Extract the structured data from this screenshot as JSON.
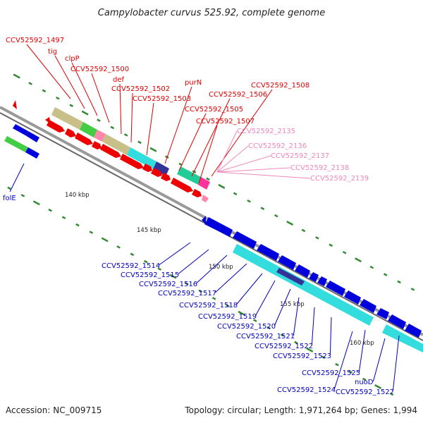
{
  "title": "Campylobacter curvus 525.92, complete genome",
  "footer": {
    "accession": "Accession: NC_009715",
    "summary": "Topology: circular; Length: 1,971,264 bp; Genes: 1,994"
  },
  "colors": {
    "forward": "#ee0000",
    "reverse": "#0000dd",
    "cyan": "#33dddd",
    "khaki": "#c8c088",
    "green": "#44cc44",
    "pink": "#ff88aa",
    "teal": "#22cc99",
    "magenta": "#ff3399",
    "navy": "#333399",
    "label_red": "#dd0000",
    "label_pink": "#ee88bb",
    "label_blue": "#0000bb",
    "backbone": "#999999",
    "tick": "#338833"
  },
  "kbp_marks": [
    "140 kbp",
    "145 kbp",
    "150 kbp",
    "155 kbp",
    "160 kbp"
  ],
  "labels": {
    "forward_red": [
      "CCV52592_1497",
      "tig",
      "clpP",
      "CCV52592_1500",
      "def",
      "CCV52592_1502",
      "CCV52592_1503",
      "purN",
      "CCV52592_1505",
      "CCV52592_1506",
      "CCV52592_1507",
      "CCV52592_1508"
    ],
    "forward_pink": [
      "CCV52592_2135",
      "CCV52592_2136",
      "CCV52592_2137",
      "CCV52592_2138",
      "CCV52592_2139"
    ],
    "reverse_left": [
      "folE"
    ],
    "reverse_blue": [
      "CCV52592_1514",
      "CCV52592_1515",
      "CCV52592_1516",
      "CCV52592_1517",
      "CCV52592_1518",
      "CCV52592_1519",
      "CCV52592_1520",
      "CCV52592_1521",
      "CCV52592_1522",
      "CCV52592_1523",
      "CCV52592_1525",
      "nuoD",
      "CCV52592_1524",
      "CCV52592_1527"
    ]
  }
}
